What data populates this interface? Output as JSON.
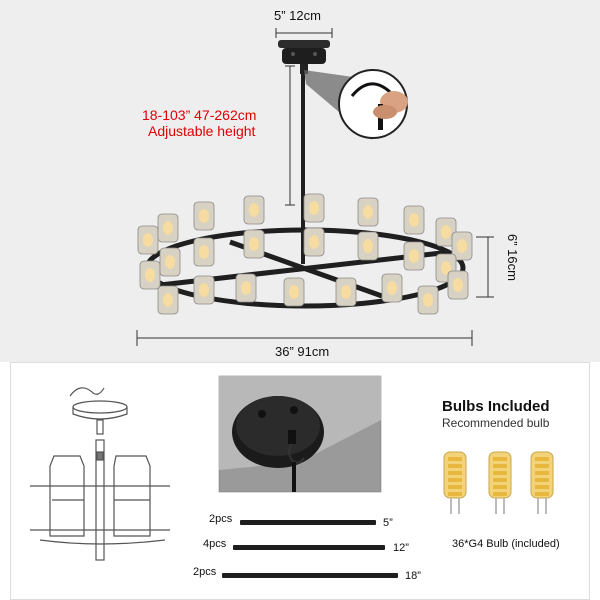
{
  "dimensions": {
    "canopy": "5”  12cm",
    "height_range": "18-103” 47-262cm",
    "height_note": "Adjustable height",
    "fixture_height": "6”  16cm",
    "diameter": "36”  91cm"
  },
  "rods": [
    {
      "qty": "2pcs",
      "length": "5”"
    },
    {
      "qty": "4pcs",
      "length": "12”"
    },
    {
      "qty": "2pcs",
      "length": "18”"
    }
  ],
  "bulbs": {
    "heading": "Bulbs Included",
    "sub": "Recommended bulb",
    "caption": "36*G4 Bulb (included)"
  }
}
